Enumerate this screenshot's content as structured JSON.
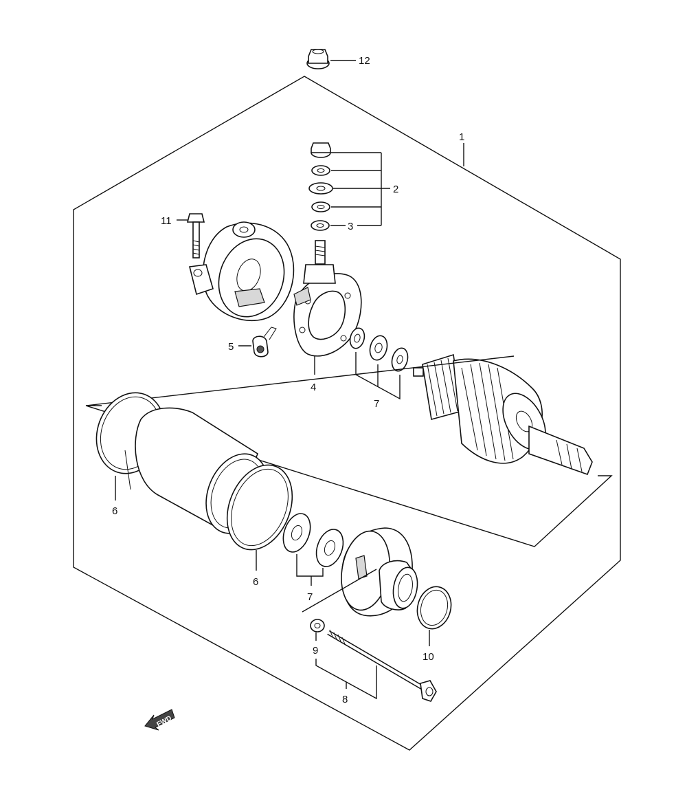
{
  "diagram": {
    "labels": {
      "p1": "1",
      "p2": "2",
      "p3": "3",
      "p4": "4",
      "p5": "5",
      "p6a": "6",
      "p6b": "6",
      "p7a": "7",
      "p7b": "7",
      "p8": "8",
      "p9": "9",
      "p10": "10",
      "p11": "11",
      "p12": "12"
    },
    "fwd_label": "FWD"
  }
}
